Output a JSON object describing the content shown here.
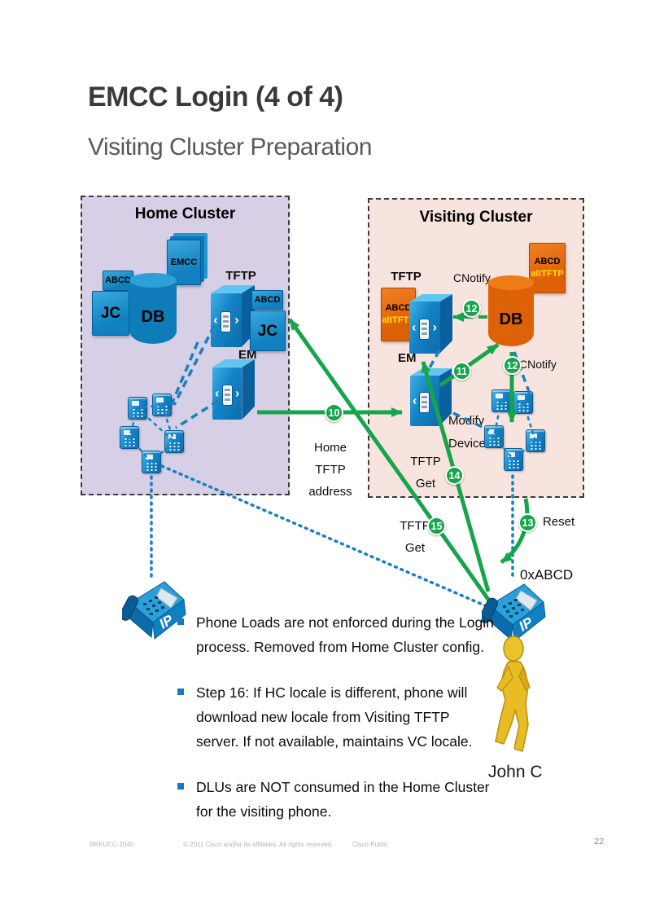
{
  "slide": {
    "title": "EMCC Login (4 of 4)",
    "subtitle": "Visiting Cluster Preparation"
  },
  "home_cluster": {
    "title": "Home Cluster",
    "emcc_doc": "EMCC",
    "abcd_doc": "ABCD",
    "jc_doc": "JC",
    "db_label": "DB",
    "tftp_label": "TFTP",
    "tftp_abcd_doc": "ABCD",
    "tftp_jc_doc": "JC",
    "em_label": "EM"
  },
  "visiting_cluster": {
    "title": "Visiting Cluster",
    "tftp_label": "TFTP",
    "tftp_doc_line1": "ABCD",
    "tftp_doc_line2": "altTFTP",
    "db_doc_line1": "ABCD",
    "db_doc_line2": "altTFTP",
    "db_label": "DB",
    "em_label": "EM",
    "cnotify_top": "CNotify",
    "cnotify_right": "CNotify",
    "modify_line1": "Modify",
    "modify_line2": "Device"
  },
  "steps": {
    "s10": "10",
    "s11": "11",
    "s12_top": "12",
    "s12_right": "12",
    "s13": "13",
    "s14": "14",
    "s15": "15"
  },
  "annotations": {
    "home_tftp_line1": "Home",
    "home_tftp_line2": "TFTP",
    "home_tftp_line3": "address",
    "tftp_get14_line1": "TFTP",
    "tftp_get14_line2": "Get",
    "tftp_get15_line1": "TFTP",
    "tftp_get15_line2": "Get",
    "reset": "Reset",
    "mac": "0xABCD",
    "person_name": "John C"
  },
  "phones": {
    "left_label": "IP",
    "right_label": "IP"
  },
  "bullets": [
    [
      "Phone Loads are not enforced during the Login",
      "process.  Removed from Home Cluster config."
    ],
    [
      "Step 16: If HC locale is different, phone will",
      "download new locale from Visiting TFTP",
      "server. If not available, maintains VC locale."
    ],
    [
      "DLUs are NOT consumed in the Home Cluster",
      "for the visiting phone."
    ]
  ],
  "footer": {
    "session_id": "BRKUCC-2040",
    "copyright": "© 2011 Cisco and/or its affiliates. All rights reserved.",
    "classification": "Cisco Public",
    "page_number": "22"
  },
  "colors": {
    "step_green": "#17a54b",
    "cisco_blue": "#1383c6",
    "cisco_orange": "#dd6207",
    "home_cluster_bg": "#d6cfe6",
    "visiting_cluster_bg": "#f8e4de",
    "alttftp_yellow": "#ffe100",
    "bullet_blue": "#1a7ab8"
  }
}
